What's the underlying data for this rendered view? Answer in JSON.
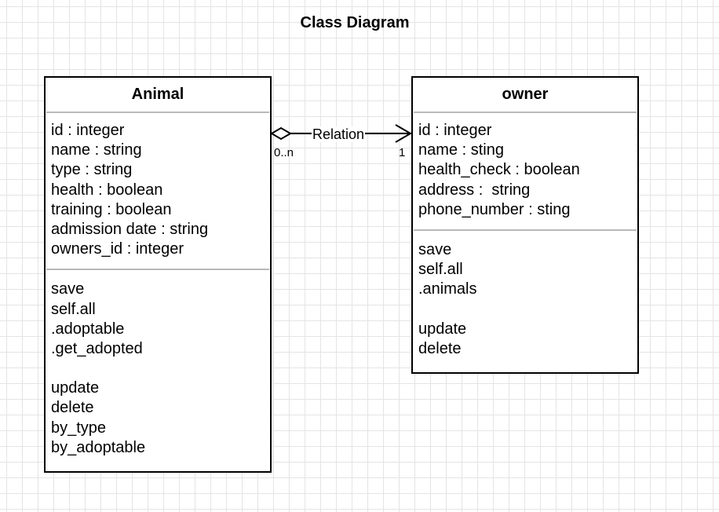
{
  "title": "Class Diagram",
  "classes": {
    "animal": {
      "name": "Animal",
      "attributes": [
        "id : integer",
        "name : string",
        "type : string",
        "health : boolean",
        "training : boolean",
        "admission date : string",
        "owners_id : integer"
      ],
      "methods": [
        "save",
        "self.all",
        ".adoptable",
        ".get_adopted",
        "",
        "update",
        "delete",
        "by_type",
        "by_adoptable"
      ]
    },
    "owner": {
      "name": "owner",
      "attributes": [
        "id : integer",
        "name : sting",
        "health_check : boolean",
        "address :  string",
        "phone_number : sting"
      ],
      "methods": [
        "save",
        "self.all",
        ".animals",
        "",
        "update",
        "delete"
      ]
    }
  },
  "relation": {
    "label": "Relation",
    "source_multiplicity": "0..n",
    "target_multiplicity": "1",
    "type": "aggregation"
  }
}
